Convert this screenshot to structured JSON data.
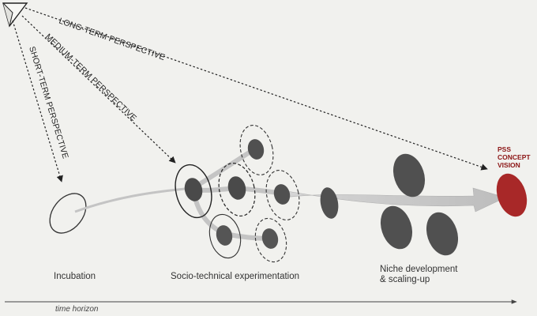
{
  "perspectives": {
    "long_term": "LONG-TERM PERSPECTIVE",
    "medium_term": "MEDIUM-TERM PERSPECTIVE",
    "short_term": "SHORT-TERM PERSPECTIVE"
  },
  "stages": {
    "incubation": "Incubation",
    "experimentation": "Socio-technical experimentation",
    "niche_line1": "Niche development",
    "niche_line2": "& scaling-up"
  },
  "vision": {
    "line1": "PSS",
    "line2": "CONCEPT",
    "line3": "VISION"
  },
  "axis": {
    "label": "time horizon"
  },
  "colors": {
    "background": "#f1f1ee",
    "node_dark": "#4a4a4a",
    "node_niche": "#505050",
    "flow_arrow": "#c2c2c2",
    "vision": "#a82828",
    "vision_text": "#8c1515"
  }
}
